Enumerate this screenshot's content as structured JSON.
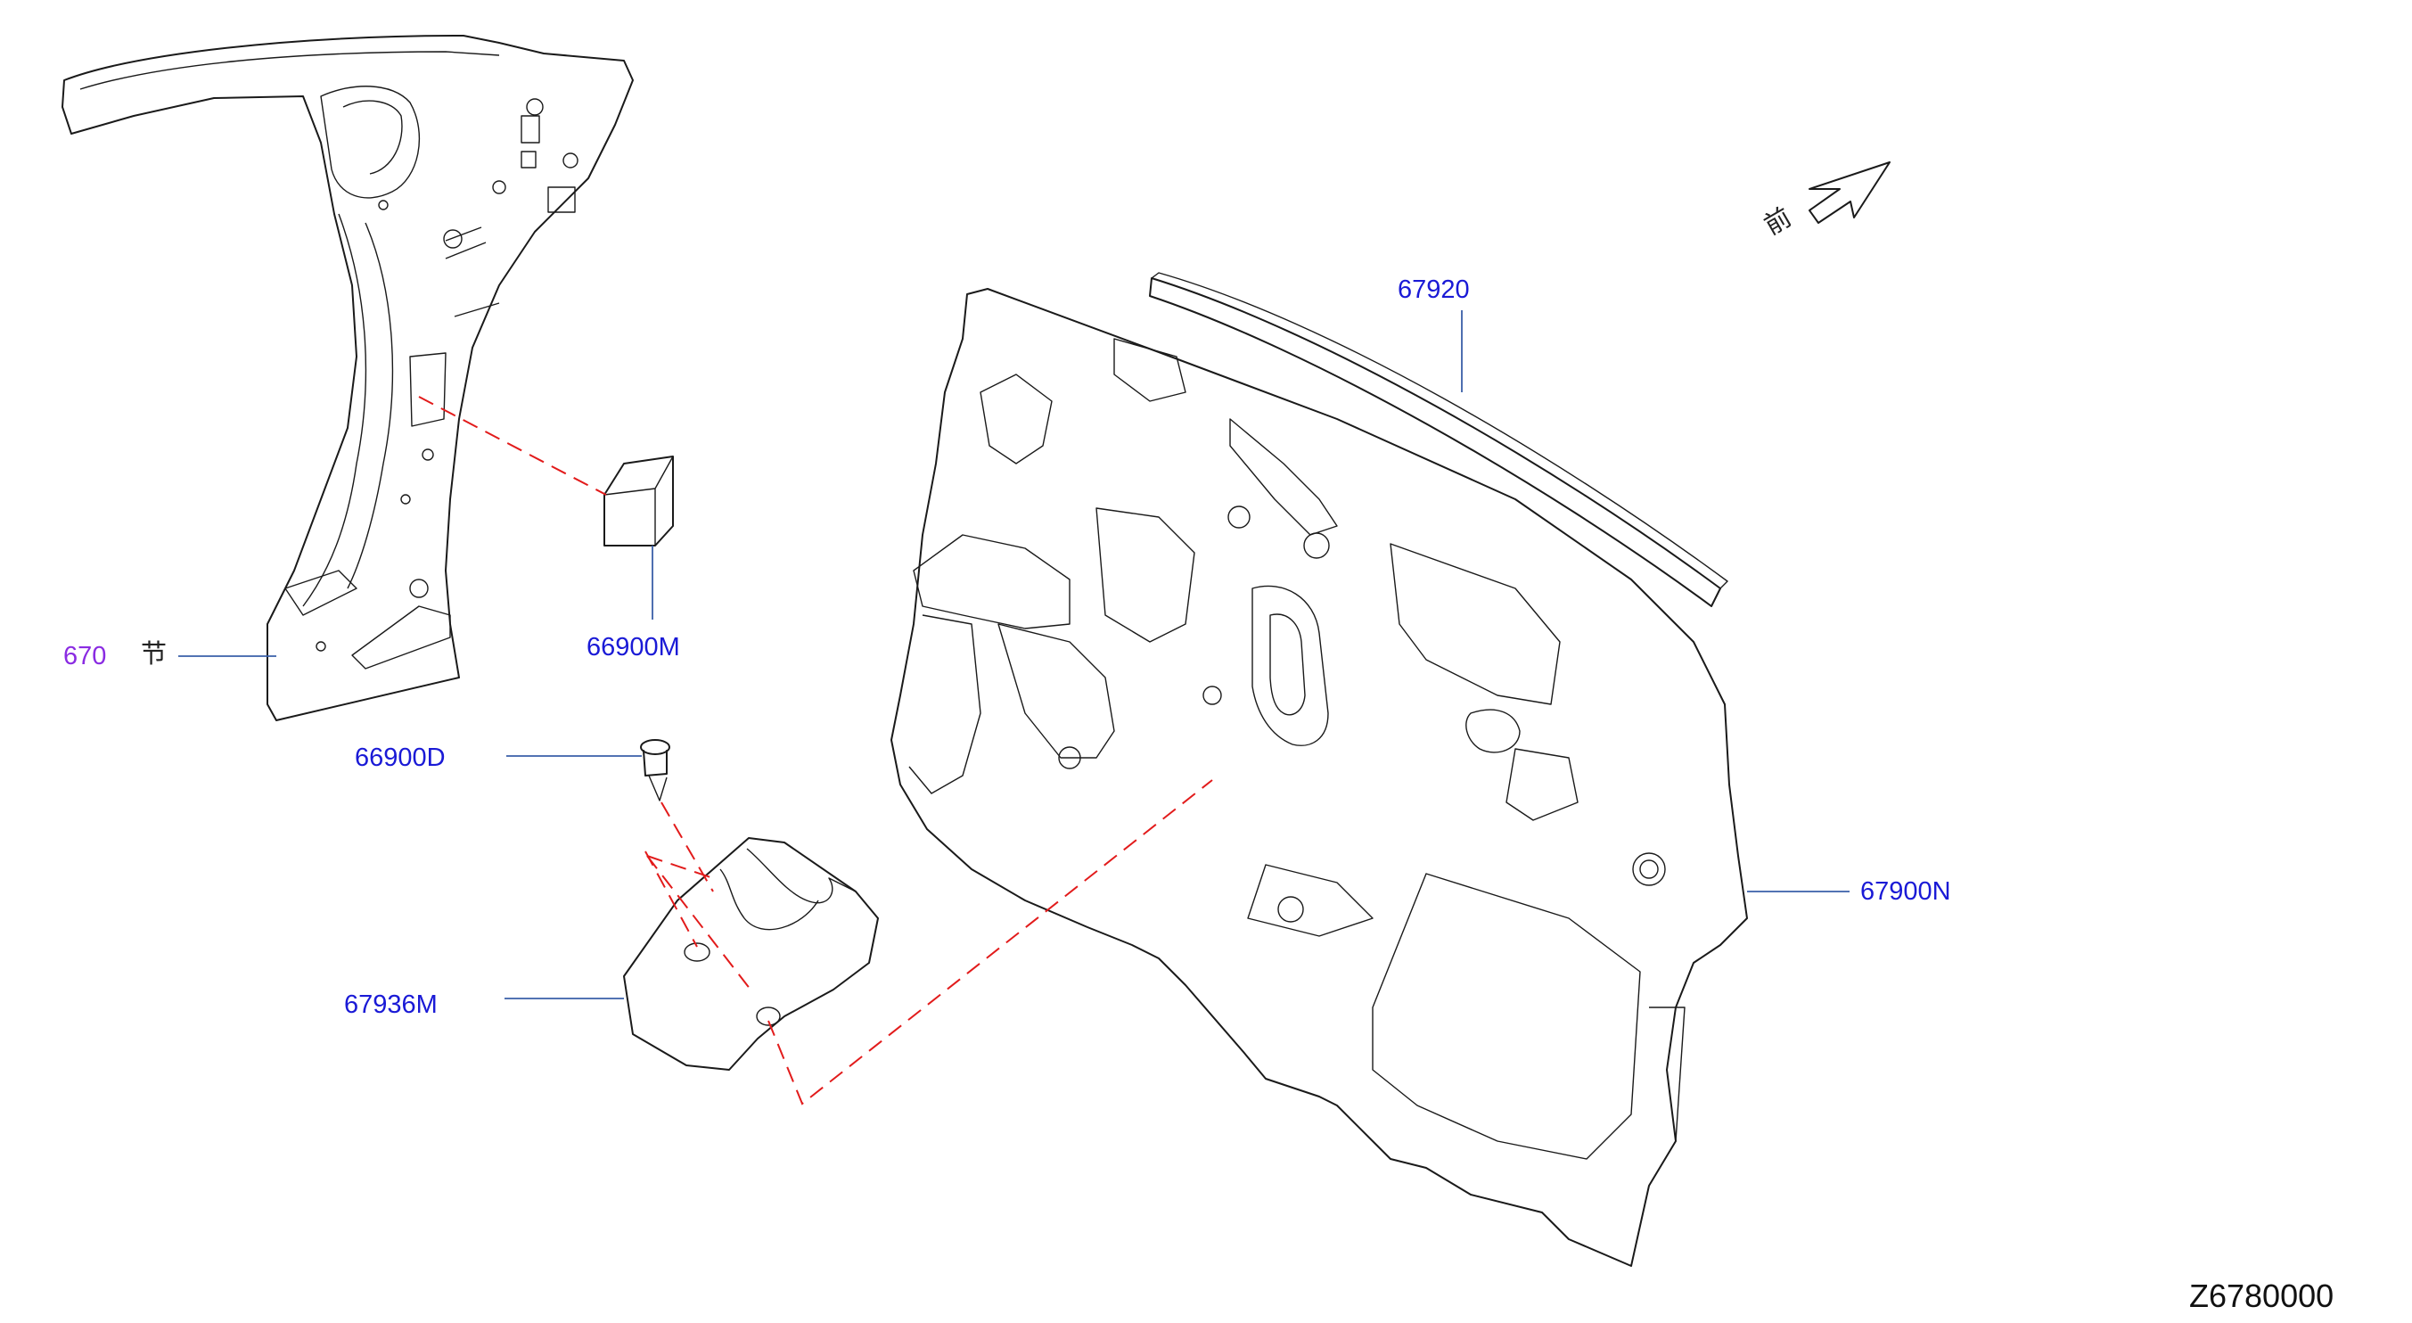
{
  "diagram": {
    "section": {
      "code": "670",
      "glyph": "节"
    },
    "parts": [
      {
        "id": "67920",
        "label": "67920"
      },
      {
        "id": "66900M",
        "label": "66900M"
      },
      {
        "id": "66900D",
        "label": "66900D"
      },
      {
        "id": "67900N",
        "label": "67900N"
      },
      {
        "id": "67936M",
        "label": "67936M"
      }
    ],
    "front_indicator": {
      "glyph": "前",
      "icon": "front-arrow-icon"
    },
    "illustration_code": "Z6780000",
    "colors": {
      "part_label": "#1a1ad6",
      "section_label": "#8a2be2",
      "leader_line": "#3a5fa8",
      "dashed_guide": "#e21b1b",
      "outline": "#1a1a1a"
    }
  }
}
